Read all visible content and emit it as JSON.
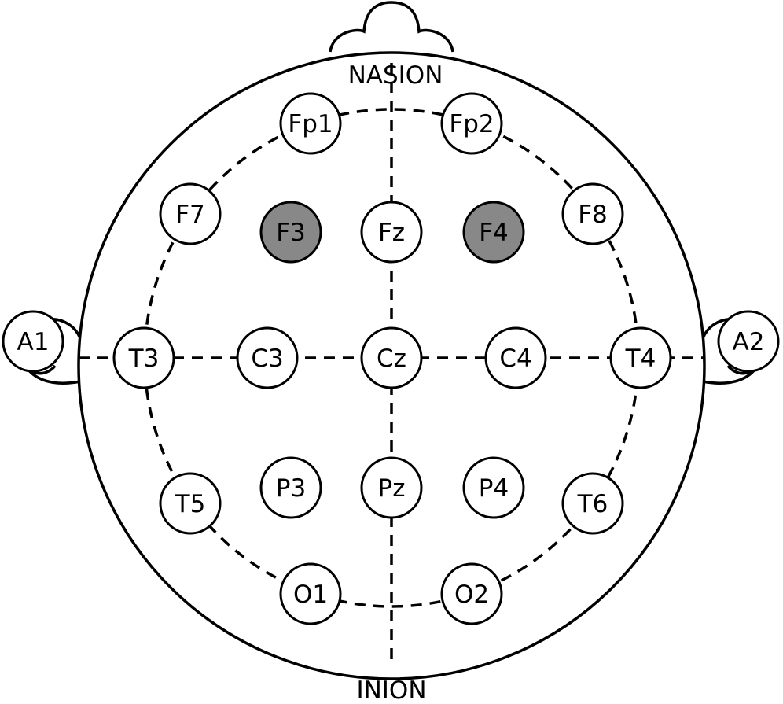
{
  "landmarks": {
    "top": "NASION",
    "bottom": "INION"
  },
  "colors": {
    "highlight": "#888888",
    "normal": "#ffffff",
    "stroke": "#000000"
  },
  "electrodes": [
    {
      "label": "Fp1",
      "highlight": false
    },
    {
      "label": "Fp2",
      "highlight": false
    },
    {
      "label": "F7",
      "highlight": false
    },
    {
      "label": "F3",
      "highlight": true
    },
    {
      "label": "Fz",
      "highlight": false
    },
    {
      "label": "F4",
      "highlight": true
    },
    {
      "label": "F8",
      "highlight": false
    },
    {
      "label": "A1",
      "highlight": false
    },
    {
      "label": "T3",
      "highlight": false
    },
    {
      "label": "C3",
      "highlight": false
    },
    {
      "label": "Cz",
      "highlight": false
    },
    {
      "label": "C4",
      "highlight": false
    },
    {
      "label": "T4",
      "highlight": false
    },
    {
      "label": "A2",
      "highlight": false
    },
    {
      "label": "T5",
      "highlight": false
    },
    {
      "label": "P3",
      "highlight": false
    },
    {
      "label": "Pz",
      "highlight": false
    },
    {
      "label": "P4",
      "highlight": false
    },
    {
      "label": "T6",
      "highlight": false
    },
    {
      "label": "O1",
      "highlight": false
    },
    {
      "label": "O2",
      "highlight": false
    }
  ]
}
